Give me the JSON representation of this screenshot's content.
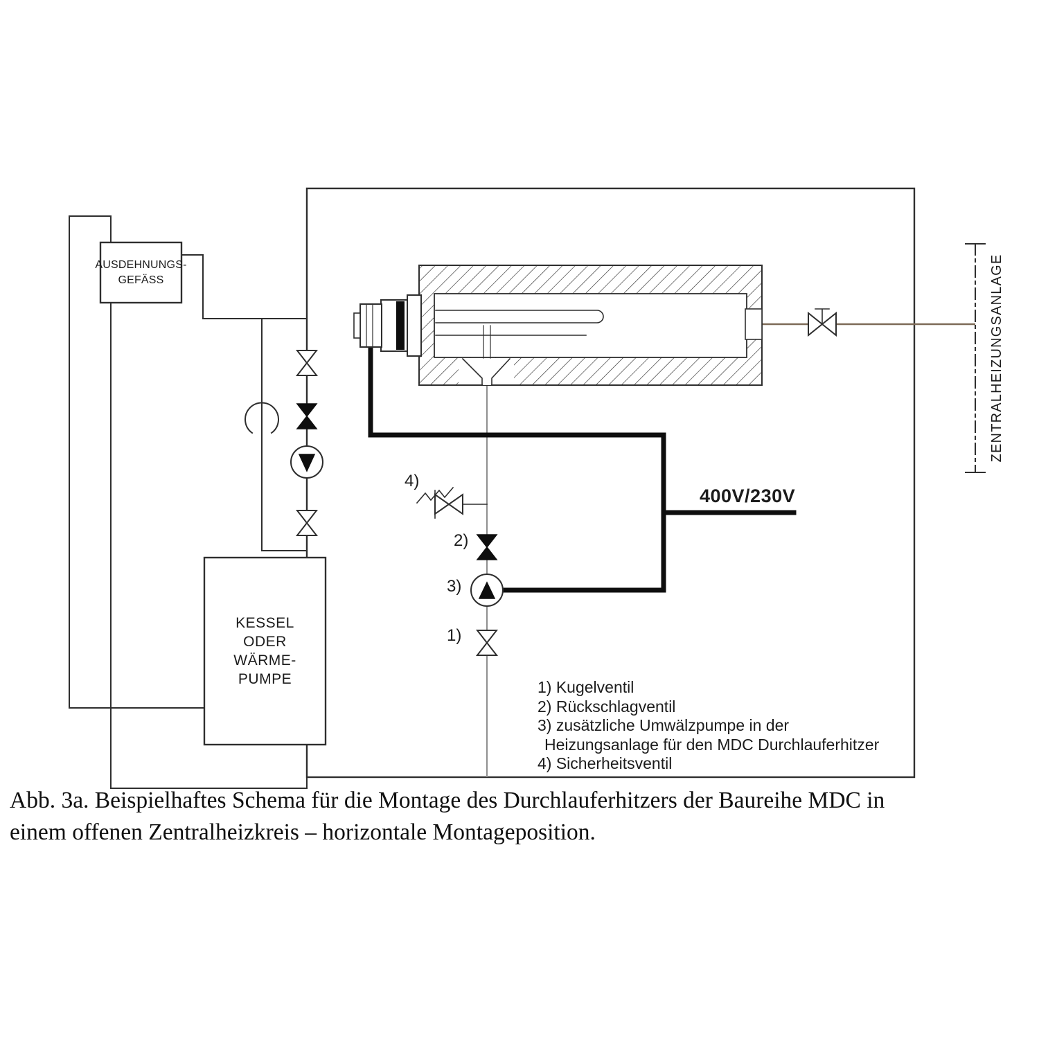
{
  "colors": {
    "line": "#2e2e2e",
    "line_strong": "#0e0e0e",
    "pipe_gray": "#8f8f8f",
    "pipe_outlet": "#7d6a57",
    "text": "#1c1c1c",
    "background": "#ffffff"
  },
  "vessel": {
    "line1": "AUSDEHNUNGS-",
    "line2": "GEFÄSS"
  },
  "boiler": {
    "line1": "KESSEL",
    "line2": "ODER",
    "line3": "WÄRME-",
    "line4": "PUMPE"
  },
  "right_label": "ZENTRALHEIZUNGSANLAGE",
  "power_label": "400V/230V",
  "markers": {
    "m1": "1)",
    "m2": "2)",
    "m3": "3)",
    "m4": "4)"
  },
  "legend": {
    "line1": "1) Kugelventil",
    "line2": "2) Rückschlagventil",
    "line3": "3) zusätzliche Umwälzpumpe in der",
    "line4": "Heizungsanlage für den MDC Durchlauferhitzer",
    "line5": "4) Sicherheitsventil"
  },
  "caption": {
    "line1": "Abb. 3a. Beispielhaftes Schema für die Montage des Durchlauferhitzers der Baureihe MDC in",
    "line2": "einem offenen Zentralheizkreis – horizontale Montageposition."
  }
}
